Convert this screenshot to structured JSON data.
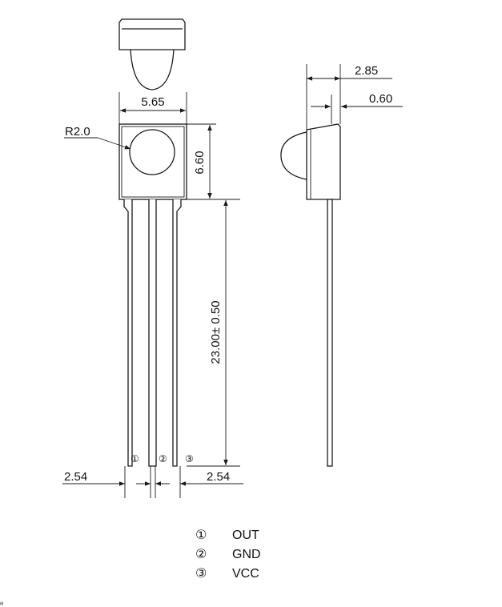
{
  "dimensions": {
    "body_width": "5.65",
    "body_height": "6.60",
    "lens_radius": "R2.0",
    "lead_length": "23.00± 0.50",
    "pin_pitch_left": "2.54",
    "pin_pitch_right": "2.54",
    "side_depth": "2.85",
    "side_lead_offset": "0.60"
  },
  "pins": [
    {
      "number": "①",
      "name": "OUT"
    },
    {
      "number": "②",
      "name": "GND"
    },
    {
      "number": "③",
      "name": "VCC"
    }
  ],
  "page_mark": "e"
}
